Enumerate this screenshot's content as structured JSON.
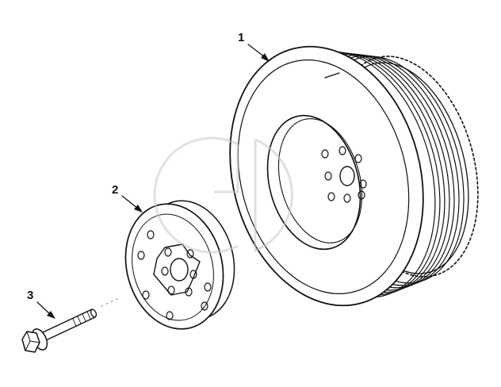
{
  "diagram": {
    "callouts": [
      {
        "label": "1"
      },
      {
        "label": "2"
      },
      {
        "label": "3"
      }
    ],
    "colors": {
      "line": "#111111",
      "watermark": "#c8c8c8",
      "background": "#ffffff"
    }
  }
}
